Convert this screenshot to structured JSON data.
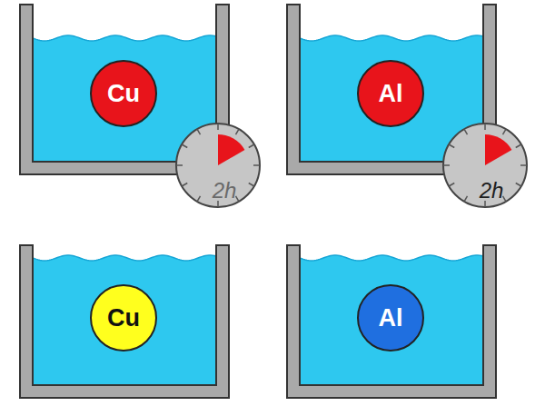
{
  "diagram": {
    "nodes": [
      {
        "text": [
          "Cu"
        ]
      },
      {
        "text": [
          "Al"
        ]
      },
      {
        "text": [
          "Cu"
        ]
      },
      {
        "text": [
          "Al"
        ]
      }
    ],
    "labels": [
      "2h",
      "2h"
    ]
  }
}
